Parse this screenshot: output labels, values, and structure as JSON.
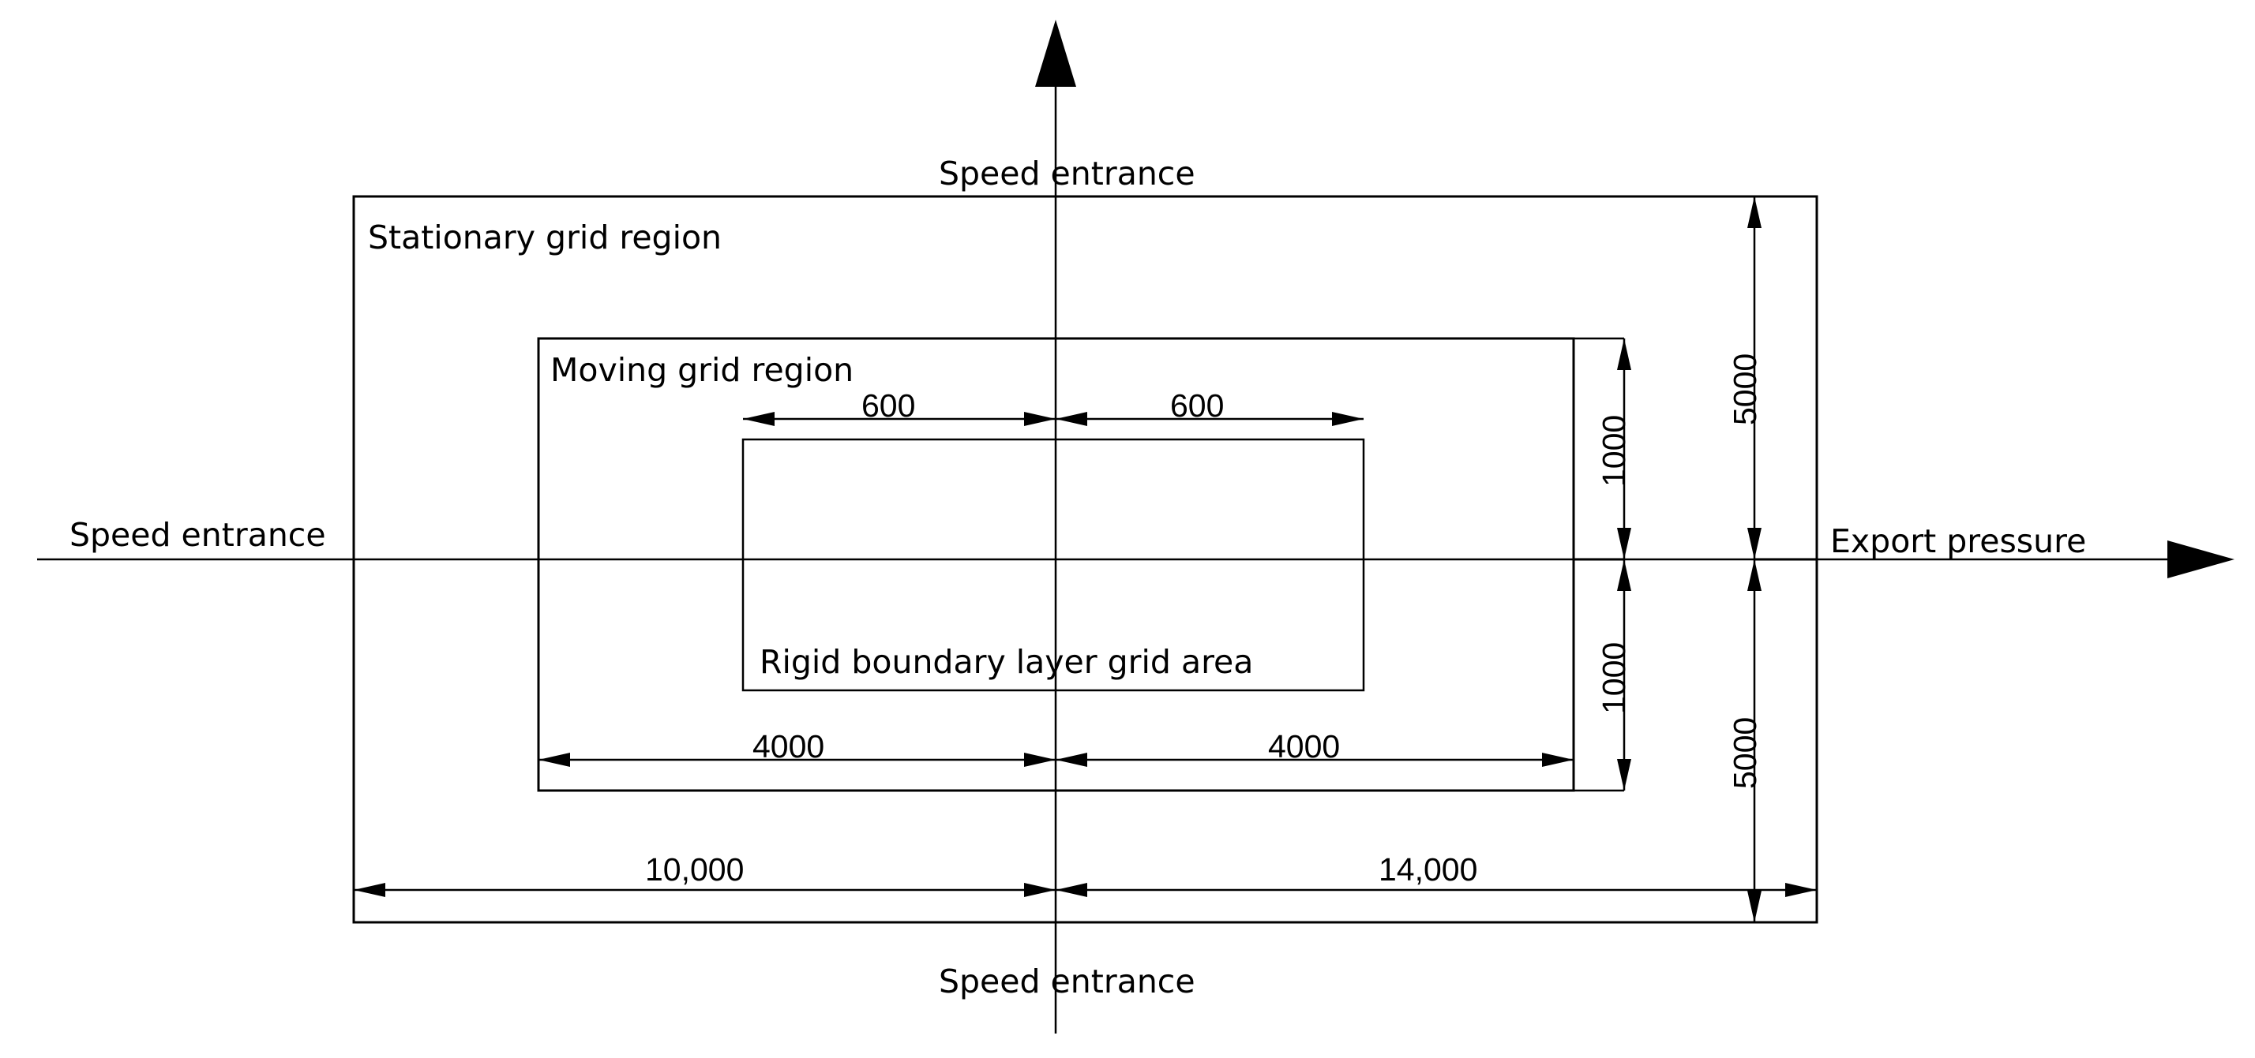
{
  "labels": {
    "speed_entrance_top": "Speed entrance",
    "speed_entrance_bottom": "Speed entrance",
    "speed_entrance_left": "Speed entrance",
    "export_pressure": "Export pressure",
    "stationary_grid_region": "Stationary grid region",
    "moving_grid_region": "Moving grid region",
    "rigid_boundary_area": "Rigid boundary layer grid area"
  },
  "dimensions": {
    "rigid_left_width": "600",
    "rigid_right_width": "600",
    "moving_left_width": "4000",
    "moving_right_width": "4000",
    "moving_upper_height": "1000",
    "moving_lower_height": "1000",
    "stationary_left_width": "10,000",
    "stationary_right_width": "14,000",
    "stationary_upper_height": "5000",
    "stationary_lower_height": "5000"
  }
}
